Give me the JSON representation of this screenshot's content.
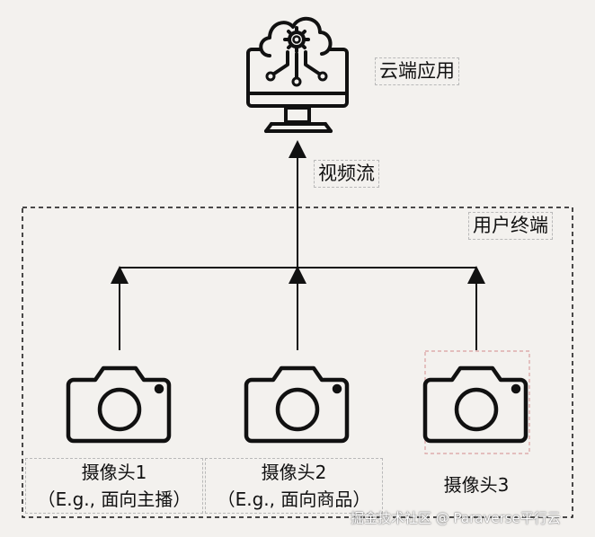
{
  "cloud_app": {
    "label": "云端应用",
    "icon": "cloud-monitor-icon"
  },
  "stream": {
    "label": "视频流"
  },
  "user_terminal": {
    "label": "用户终端"
  },
  "cameras": [
    {
      "name": "摄像头1",
      "note": "（E.g., 面向主播）",
      "icon": "camera-icon"
    },
    {
      "name": "摄像头2",
      "note": "（E.g., 面向商品）",
      "icon": "camera-icon"
    },
    {
      "name": "摄像头3",
      "note": "",
      "icon": "camera-icon"
    }
  ],
  "watermark": "掘金技术社区 @ Paraverse平行云",
  "colors": {
    "line": "#111111",
    "highlight_dash": "#d9a0a0",
    "background": "#f3f1ee"
  }
}
